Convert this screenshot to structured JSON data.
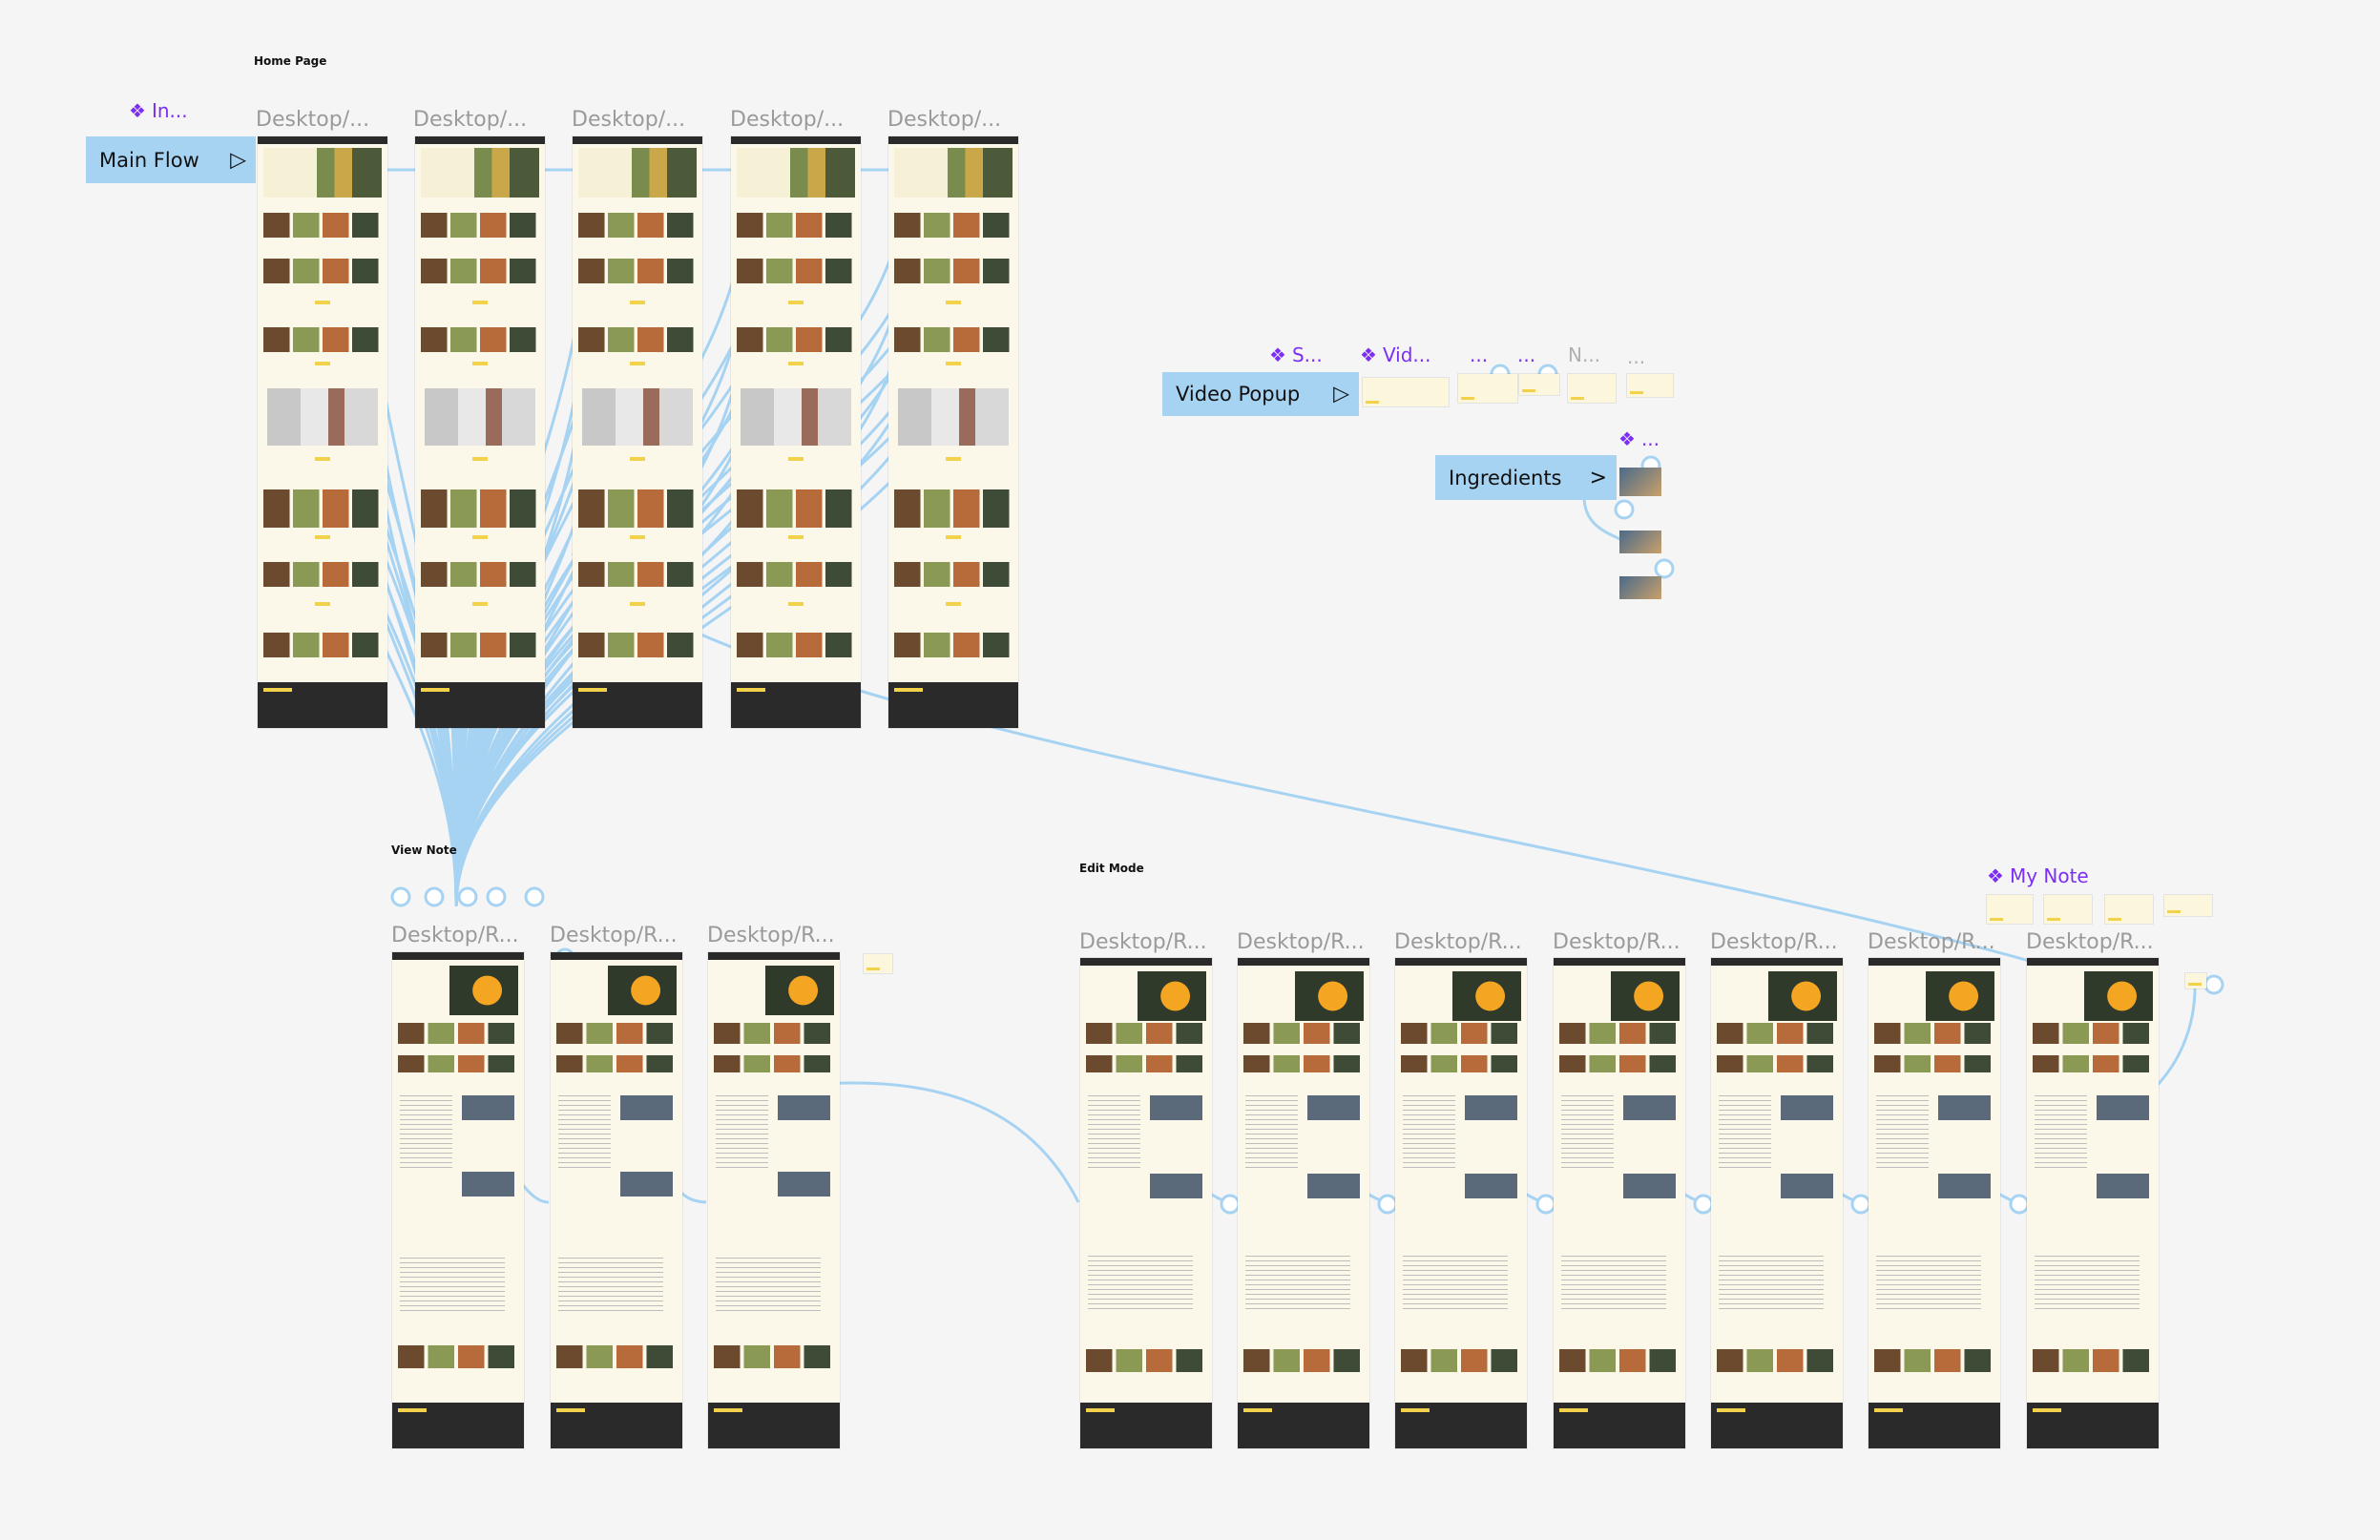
{
  "colors": {
    "canvas": "#f5f5f5",
    "wire": "#a7d3f3",
    "component": "#7b2ff2",
    "frame_bg": "#fbf8e9",
    "footer": "#2a2a2a",
    "accent": "#f2d24b"
  },
  "sections": {
    "home": "Home Page",
    "view_note": "View Note",
    "edit_mode": "Edit Mode"
  },
  "home_frames": [
    "Desktop/...",
    "Desktop/...",
    "Desktop/...",
    "Desktop/...",
    "Desktop/..."
  ],
  "view_frames": [
    "Desktop/R...",
    "Desktop/R...",
    "Desktop/R..."
  ],
  "edit_frames": [
    "Desktop/R...",
    "Desktop/R...",
    "Desktop/R...",
    "Desktop/R...",
    "Desktop/R...",
    "Desktop/R...",
    "Desktop/R..."
  ],
  "flows": {
    "main_flow": "Main Flow",
    "video_popup": "Video Popup",
    "ingredients": "Ingredients",
    "play_icon": "play-arrow-icon",
    "chevron_icon": "chevron-right-icon"
  },
  "components": {
    "in": "In...",
    "s": "S...",
    "vid": "Vid...",
    "dots1": "...",
    "dots2": "...",
    "n": "N...",
    "dots3": "...",
    "ingredients_comp": "...",
    "my_note": "My Note",
    "diamond_icon": "component-diamond-icon"
  }
}
